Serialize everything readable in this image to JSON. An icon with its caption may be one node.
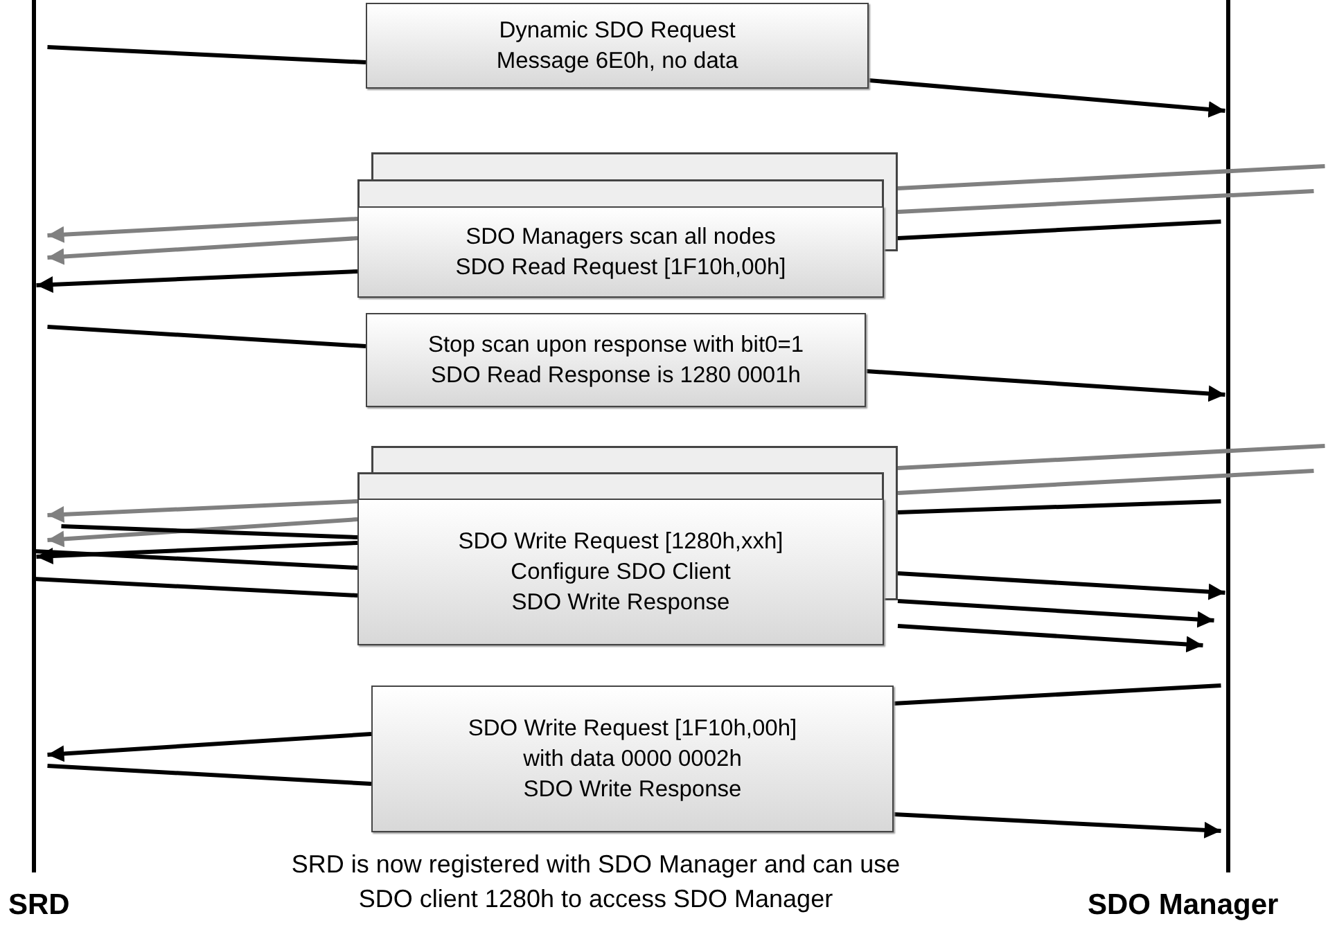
{
  "diagram": {
    "caption": "SRD is now registered with SDO Manager and can use SDO client 1280h to access SDO Manager",
    "nodes": [
      {
        "text": [
          "SRD"
        ]
      },
      {
        "text": [
          "SDO Manager"
        ]
      },
      {
        "text": [
          "Dynamic SDO Request",
          "Message 6E0h, no data"
        ]
      },
      {
        "text": [
          "SDO Managers scan all nodes",
          "SDO Read Request [1F10h,00h]"
        ]
      },
      {
        "text": [
          "Stop scan upon response with bit0=1",
          "SDO Read Response is 1280 0001h"
        ]
      },
      {
        "text": [
          "SDO Write Request [1280h,xxh]",
          "Configure SDO Client",
          "SDO Write Response"
        ]
      },
      {
        "text": [
          "SDO Write Request [1F10h,00h]",
          "with data 0000 0002h",
          "SDO Write Response"
        ]
      }
    ],
    "edges": [
      {
        "from": 0,
        "to": 2,
        "arrow": "none"
      },
      {
        "from": 2,
        "to": 1,
        "arrow": "to"
      },
      {
        "from": 1,
        "to": 3,
        "arrow": "none",
        "color": "#808080"
      },
      {
        "from": 3,
        "to": 0,
        "arrow": "to",
        "color": "#808080"
      },
      {
        "from": 1,
        "to": 3,
        "arrow": "none",
        "color": "#808080"
      },
      {
        "from": 3,
        "to": 0,
        "arrow": "to",
        "color": "#808080"
      },
      {
        "from": 1,
        "to": 3,
        "arrow": "none"
      },
      {
        "from": 3,
        "to": 0,
        "arrow": "to"
      },
      {
        "from": 0,
        "to": 4,
        "arrow": "none"
      },
      {
        "from": 4,
        "to": 1,
        "arrow": "to"
      },
      {
        "from": 1,
        "to": 5,
        "arrow": "none",
        "color": "#808080"
      },
      {
        "from": 5,
        "to": 0,
        "arrow": "to",
        "color": "#808080"
      },
      {
        "from": 1,
        "to": 5,
        "arrow": "none",
        "color": "#808080"
      },
      {
        "from": 5,
        "to": 0,
        "arrow": "to",
        "color": "#808080"
      },
      {
        "from": 1,
        "to": 5,
        "arrow": "none"
      },
      {
        "from": 5,
        "to": 0,
        "arrow": "to"
      },
      {
        "from": 0,
        "to": 5,
        "arrow": "none"
      },
      {
        "from": 5,
        "to": 1,
        "arrow": "to"
      },
      {
        "from": 0,
        "to": 5,
        "arrow": "none"
      },
      {
        "from": 5,
        "to": 1,
        "arrow": "to"
      },
      {
        "from": 0,
        "to": 5,
        "arrow": "none"
      },
      {
        "from": 5,
        "to": 1,
        "arrow": "to"
      },
      {
        "from": 1,
        "to": 6,
        "arrow": "none"
      },
      {
        "from": 6,
        "to": 0,
        "arrow": "to"
      },
      {
        "from": 0,
        "to": 6,
        "arrow": "none"
      },
      {
        "from": 6,
        "to": 1,
        "arrow": "to"
      }
    ]
  }
}
